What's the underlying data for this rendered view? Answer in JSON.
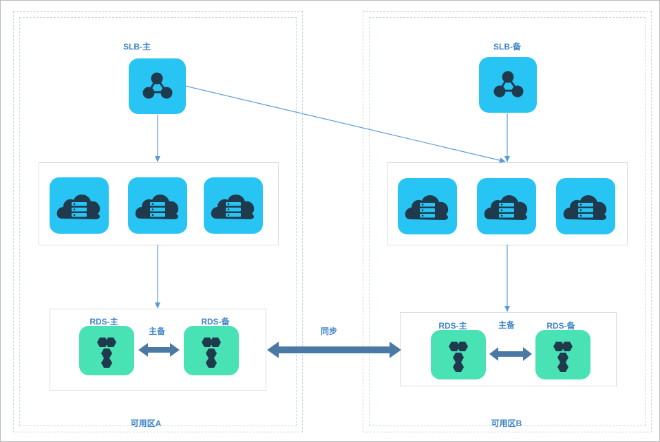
{
  "zones": {
    "a": {
      "label": "可用区A"
    },
    "b": {
      "label": "可用区B"
    }
  },
  "slb": {
    "primary": {
      "label": "SLB-主",
      "icon": "load-balancer-icon"
    },
    "standby": {
      "label": "SLB-备",
      "icon": "load-balancer-icon"
    }
  },
  "rds": {
    "zone_a": {
      "primary": {
        "label": "RDS-主",
        "icon": "database-cluster-icon"
      },
      "standby": {
        "label": "RDS-备",
        "icon": "database-cluster-icon"
      },
      "link_label": "主备"
    },
    "zone_b": {
      "primary": {
        "label": "RDS-主",
        "icon": "database-cluster-icon"
      },
      "standby": {
        "label": "RDS-备",
        "icon": "database-cluster-icon"
      },
      "link_label": "主备"
    }
  },
  "sync_label": "同步",
  "ecs_icon": "cloud-server-icon",
  "colors": {
    "slb_ecs_tile": "#28c4f4",
    "rds_tile": "#48e2b4",
    "glyph_dark": "#1e3a4c",
    "arrow_line": "#5b9bd5",
    "double_arrow": "#4a79a6",
    "label_text": "#3f86c8"
  }
}
